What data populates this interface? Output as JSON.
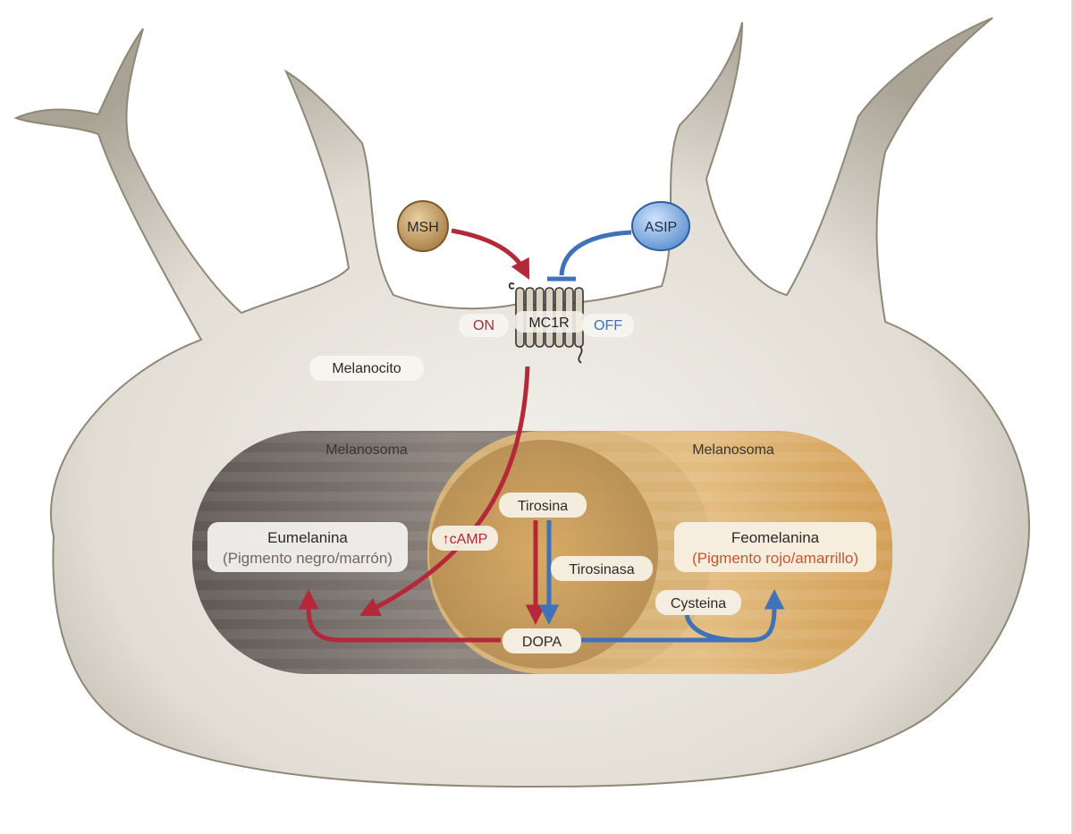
{
  "colors": {
    "activation": "#b5283a",
    "inhibition": "#3f72b8",
    "cell_fill": "#d8d4c8",
    "cell_outline": "#9a937f",
    "melanosoma_dark": "#6e6764",
    "melanosoma_light": "#d8a85a",
    "red_text": "#b5283a",
    "blue_text": "#3f72b8",
    "orange_text": "#c8552e"
  },
  "labels": {
    "msh": "MSH",
    "asip": "ASIP",
    "receptor": "MC1R",
    "on": "ON",
    "off": "OFF",
    "cell": "Melanocito",
    "melanosome_left": "Melanosoma",
    "melanosome_right": "Melanosoma",
    "camp": "↑cAMP",
    "tyrosine": "Tirosina",
    "tyrosinase": "Tirosinasa",
    "dopa": "DOPA",
    "cysteine": "Cysteina",
    "eumelanin_title": "Eumelanina",
    "eumelanin_sub": "(Pigmento negro/marrón)",
    "pheomelanin_title": "Feomelanina",
    "pheomelanin_sub": "(Pigmento rojo/amarrillo)"
  }
}
